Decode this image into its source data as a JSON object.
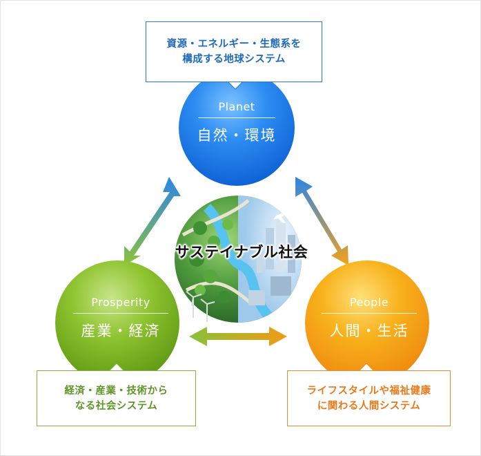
{
  "center": {
    "label": "サステイナブル社会",
    "icon": "globe-city-illustration"
  },
  "nodes": {
    "planet": {
      "en": "Planet",
      "jp": "自然・環境",
      "description": [
        "資源・エネルギー・生態系を",
        "構成する地球システム"
      ],
      "color": "#1f7fe8"
    },
    "prosperity": {
      "en": "Prosperity",
      "jp": "産業・経済",
      "description": [
        "経済・産業・技術から",
        "なる社会システム"
      ],
      "color": "#7ab51d"
    },
    "people": {
      "en": "People",
      "jp": "人間・生活",
      "description": [
        "ライフスタイルや福祉健康",
        "に関わる人間システム"
      ],
      "color": "#f39a16"
    }
  },
  "connections": [
    {
      "from": "planet",
      "to": "prosperity",
      "icon": "double-arrow-icon"
    },
    {
      "from": "planet",
      "to": "people",
      "icon": "double-arrow-icon"
    },
    {
      "from": "prosperity",
      "to": "people",
      "icon": "double-arrow-icon"
    }
  ]
}
